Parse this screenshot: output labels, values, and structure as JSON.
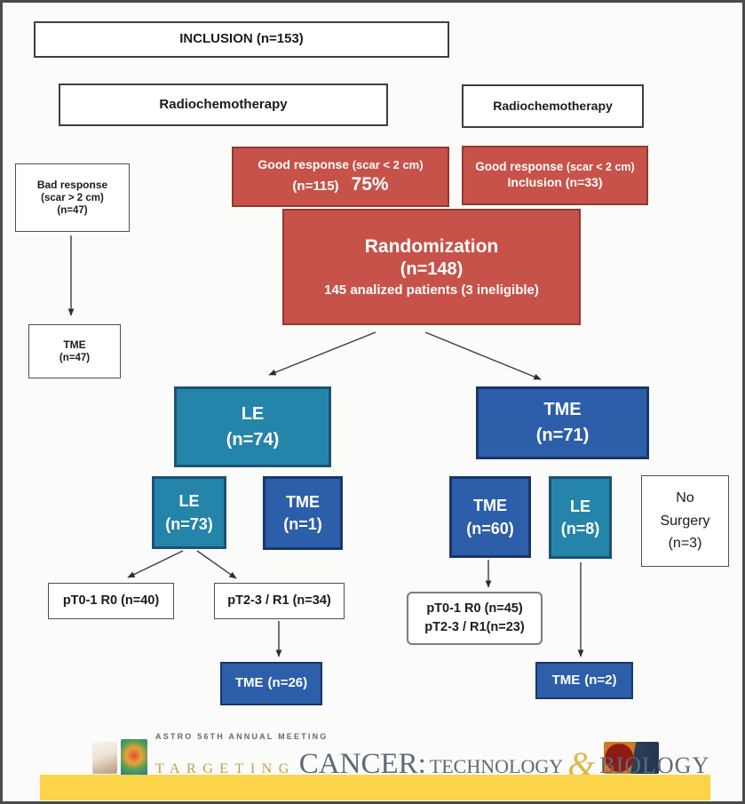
{
  "colors": {
    "node_red": "#c75249",
    "node_red_border": "#8f3a32",
    "node_teal": "#2484a9",
    "node_blue": "#2d5ea9",
    "footer_yellow": "#fcd449",
    "logo_gold": "#bda04b",
    "logo_gray": "#5d6a76"
  },
  "nodes": {
    "inclusion": {
      "label": "INCLUSION (n=153)"
    },
    "radiochemo_left": {
      "label": "Radiochemotherapy"
    },
    "radiochemo_right": {
      "label": "Radiochemotherapy"
    },
    "bad_response": {
      "line1": "Bad response",
      "line2": "(scar > 2 cm)",
      "line3": "(n=47)"
    },
    "good_response_left": {
      "title": "Good response",
      "subtitle": "(scar < 2 cm)",
      "n": "(n=115)",
      "pct": "75%"
    },
    "good_response_right": {
      "title": "Good response",
      "subtitle": "(scar < 2 cm)",
      "line2": "Inclusion (n=33)"
    },
    "randomization": {
      "line1": "Randomization",
      "line2": "(n=148)",
      "line3": "145 analized patients (3 ineligible)"
    },
    "tme_47": {
      "line1": "TME",
      "line2": "(n=47)"
    },
    "le_74": {
      "line1": "LE",
      "line2": "(n=74)"
    },
    "tme_71": {
      "line1": "TME",
      "line2": "(n=71)"
    },
    "le_73": {
      "line1": "LE",
      "line2": "(n=73)"
    },
    "tme_1": {
      "line1": "TME",
      "line2": "(n=1)"
    },
    "tme_60": {
      "line1": "TME",
      "line2": "(n=60)"
    },
    "le_8": {
      "line1": "LE",
      "line2": "(n=8)"
    },
    "no_surgery": {
      "line1": "No",
      "line2": "Surgery",
      "line3": "(n=3)"
    },
    "pt01_r0_40": {
      "label": "pT0-1 R0 (n=40)"
    },
    "pt23_r1_34": {
      "label": "pT2-3 / R1 (n=34)"
    },
    "pt_combined": {
      "line1": "pT0-1 R0 (n=45)",
      "line2": "pT2-3 / R1(n=23)"
    },
    "tme_26": {
      "title": "TME",
      "n": "(n=26)"
    },
    "tme_2": {
      "title": "TME",
      "n": "(n=2)"
    }
  },
  "footer": {
    "meeting": "ASTRO 56TH ANNUAL MEETING",
    "targeting": "TARGETING",
    "cancer": "CANCER:",
    "technology": "TECHNOLOGY",
    "ampersand": "&",
    "biology": "BIOLOGY",
    "thumbnails": [
      "doctor-photo",
      "scan-heatmap",
      "cell-microscopy"
    ]
  }
}
